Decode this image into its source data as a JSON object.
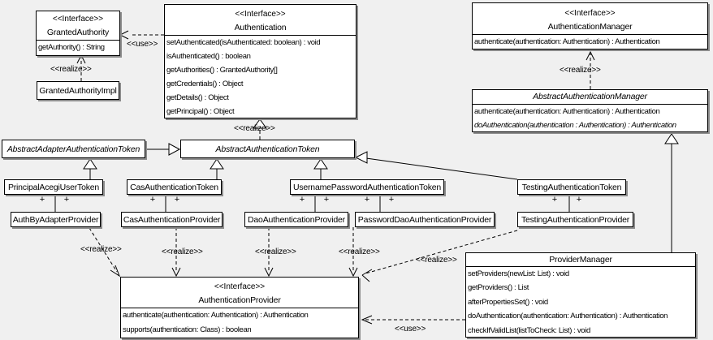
{
  "diagram": {
    "classes": {
      "granted_authority": {
        "stereotype": "<<Interface>>",
        "name": "GrantedAuthority",
        "methods": [
          "getAuthority() : String"
        ]
      },
      "granted_authority_impl": {
        "name": "GrantedAuthorityImpl"
      },
      "authentication": {
        "stereotype": "<<Interface>>",
        "name": "Authentication",
        "methods": [
          "setAuthenticated(isAuthenticated: boolean) : void",
          "isAuthenticated() : boolean",
          "getAuthorities() : GrantedAuthority[]",
          "getCredentials() : Object",
          "getDetails() : Object",
          "getPrincipal() : Object"
        ]
      },
      "authentication_manager": {
        "stereotype": "<<Interface>>",
        "name": "AuthenticationManager",
        "methods": [
          "authenticate(authentication: Authentication) : Authentication"
        ]
      },
      "abstract_authentication_manager": {
        "name": "AbstractAuthenticationManager",
        "methods": [
          "authenticate(authentication: Authentication) : Authentication",
          "doAuthentication(authentication : Authentication) : Authentication"
        ]
      },
      "abstract_adapter_authentication_token": {
        "name": "AbstractAdapterAuthenticationToken"
      },
      "abstract_authentication_token": {
        "name": "AbstractAuthenticationToken"
      },
      "principal_acegi_user_token": {
        "name": "PrincipalAcegiUserToken"
      },
      "cas_authentication_token": {
        "name": "CasAuthenticationToken"
      },
      "username_password_authentication_token": {
        "name": "UsernamePasswordAuthenticationToken"
      },
      "testing_authentication_token": {
        "name": "TestingAuthenticationToken"
      },
      "auth_by_adapter_provider": {
        "name": "AuthByAdapterProvider"
      },
      "cas_authentication_provider": {
        "name": "CasAuthenticationProvider"
      },
      "dao_authentication_provider": {
        "name": "DaoAuthenticationProvider"
      },
      "password_dao_authentication_provider": {
        "name": "PasswordDaoAuthenticationProvider"
      },
      "testing_authentication_provider": {
        "name": "TestingAuthenticationProvider"
      },
      "authentication_provider": {
        "stereotype": "<<Interface>>",
        "name": "AuthenticationProvider",
        "methods": [
          "authenticate(authentication: Authentication) : Authentication",
          "supports(authentication: Class) : boolean"
        ]
      },
      "provider_manager": {
        "name": "ProviderManager",
        "methods": [
          "setProviders(newList: List) : void",
          "getProviders() : List",
          "afterPropertiesSet() : void",
          "doAuthentication(authentication: Authentication) : Authentication",
          "checkIfValidList(listToCheck: List) : void"
        ]
      }
    },
    "labels": {
      "use": "<<use>>",
      "realize": "<<realize>>"
    },
    "markers": {
      "plus": "+"
    },
    "relationships": [
      {
        "from": "Authentication",
        "to": "GrantedAuthority",
        "type": "use"
      },
      {
        "from": "GrantedAuthorityImpl",
        "to": "GrantedAuthority",
        "type": "realize"
      },
      {
        "from": "AbstractAuthenticationToken",
        "to": "Authentication",
        "type": "realize"
      },
      {
        "from": "AbstractAuthenticationManager",
        "to": "AuthenticationManager",
        "type": "realize"
      },
      {
        "from": "AbstractAdapterAuthenticationToken",
        "to": "AbstractAuthenticationToken",
        "type": "generalization"
      },
      {
        "from": "PrincipalAcegiUserToken",
        "to": "AbstractAdapterAuthenticationToken",
        "type": "generalization"
      },
      {
        "from": "CasAuthenticationToken",
        "to": "AbstractAuthenticationToken",
        "type": "generalization"
      },
      {
        "from": "UsernamePasswordAuthenticationToken",
        "to": "AbstractAuthenticationToken",
        "type": "generalization"
      },
      {
        "from": "TestingAuthenticationToken",
        "to": "AbstractAuthenticationToken",
        "type": "generalization"
      },
      {
        "from": "ProviderManager",
        "to": "AbstractAuthenticationManager",
        "type": "generalization"
      },
      {
        "from": "PrincipalAcegiUserToken",
        "to": "AuthByAdapterProvider",
        "type": "association"
      },
      {
        "from": "CasAuthenticationToken",
        "to": "CasAuthenticationProvider",
        "type": "association"
      },
      {
        "from": "UsernamePasswordAuthenticationToken",
        "to": "DaoAuthenticationProvider",
        "type": "association"
      },
      {
        "from": "UsernamePasswordAuthenticationToken",
        "to": "PasswordDaoAuthenticationProvider",
        "type": "association"
      },
      {
        "from": "TestingAuthenticationToken",
        "to": "TestingAuthenticationProvider",
        "type": "association"
      },
      {
        "from": "AuthByAdapterProvider",
        "to": "AuthenticationProvider",
        "type": "realize"
      },
      {
        "from": "CasAuthenticationProvider",
        "to": "AuthenticationProvider",
        "type": "realize"
      },
      {
        "from": "DaoAuthenticationProvider",
        "to": "AuthenticationProvider",
        "type": "realize"
      },
      {
        "from": "PasswordDaoAuthenticationProvider",
        "to": "AuthenticationProvider",
        "type": "realize"
      },
      {
        "from": "TestingAuthenticationProvider",
        "to": "AuthenticationProvider",
        "type": "realize"
      },
      {
        "from": "ProviderManager",
        "to": "AuthenticationProvider",
        "type": "use"
      }
    ]
  }
}
